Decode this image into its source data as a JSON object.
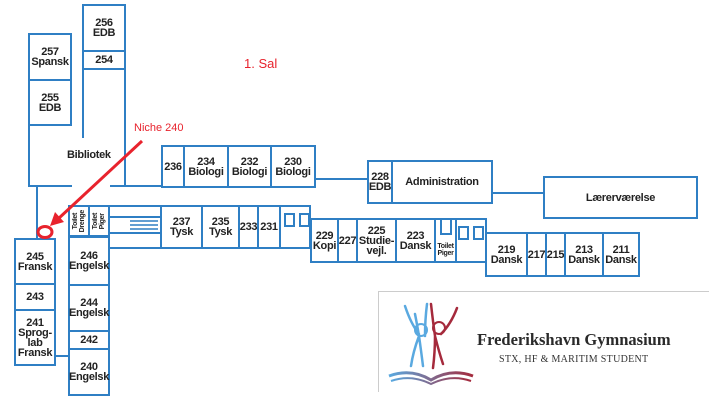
{
  "floor_label": "1. Sal",
  "annotation": {
    "label": "Niche 240",
    "color": "#e8232d"
  },
  "colors": {
    "wall": "#2f7fc4",
    "annotation": "#e8232d",
    "text": "#222222"
  },
  "library": "Bibliotek",
  "rooms": {
    "r256": {
      "num": "256",
      "name": "EDB"
    },
    "r254": {
      "num": "254",
      "name": ""
    },
    "r257": {
      "num": "257",
      "name": "Spansk"
    },
    "r255": {
      "num": "255",
      "name": "EDB"
    },
    "r236": {
      "num": "236",
      "name": ""
    },
    "r234": {
      "num": "234",
      "name": "Biologi"
    },
    "r232": {
      "num": "232",
      "name": "Biologi"
    },
    "r230": {
      "num": "230",
      "name": "Biologi"
    },
    "r228": {
      "num": "228",
      "name": "EDB"
    },
    "admin": {
      "num": "",
      "name": "Administration"
    },
    "teachers": {
      "num": "",
      "name": "Lærerværelse"
    },
    "toilet_boys": {
      "line1": "Toilet",
      "line2": "Drenge"
    },
    "toilet_girls_w": {
      "line1": "Toilet",
      "line2": "Piger"
    },
    "r237": {
      "num": "237",
      "name": "Tysk"
    },
    "r235": {
      "num": "235",
      "name": "Tysk"
    },
    "r233": {
      "num": "233",
      "name": ""
    },
    "r231": {
      "num": "231",
      "name": ""
    },
    "r229": {
      "num": "229",
      "name": "Kopi"
    },
    "r227": {
      "num": "227",
      "name": ""
    },
    "r225": {
      "num": "225",
      "name": "Studie-",
      "name2": "vejl."
    },
    "r223": {
      "num": "223",
      "name": "Dansk"
    },
    "toilet_girls_e": {
      "line1": "Toilet",
      "line2": "Piger"
    },
    "r219": {
      "num": "219",
      "name": "Dansk"
    },
    "r217": {
      "num": "217",
      "name": ""
    },
    "r215": {
      "num": "215",
      "name": ""
    },
    "r213": {
      "num": "213",
      "name": "Dansk"
    },
    "r211": {
      "num": "211",
      "name": "Dansk"
    },
    "r245": {
      "num": "245",
      "name": "Fransk"
    },
    "r243": {
      "num": "243",
      "name": ""
    },
    "r241": {
      "num": "241",
      "name": "Sprog-",
      "name2": "lab",
      "name3": "Fransk"
    },
    "r246": {
      "num": "246",
      "name": "Engelsk"
    },
    "r244": {
      "num": "244",
      "name": "Engelsk"
    },
    "r242": {
      "num": "242",
      "name": ""
    },
    "r240": {
      "num": "240",
      "name": "Engelsk"
    }
  },
  "logo": {
    "title": "Frederikshavn Gymnasium",
    "subtitle": "STX, HF & MARITIM STUDENT",
    "color_blue": "#5aa9e0",
    "color_red": "#a52a3c"
  }
}
